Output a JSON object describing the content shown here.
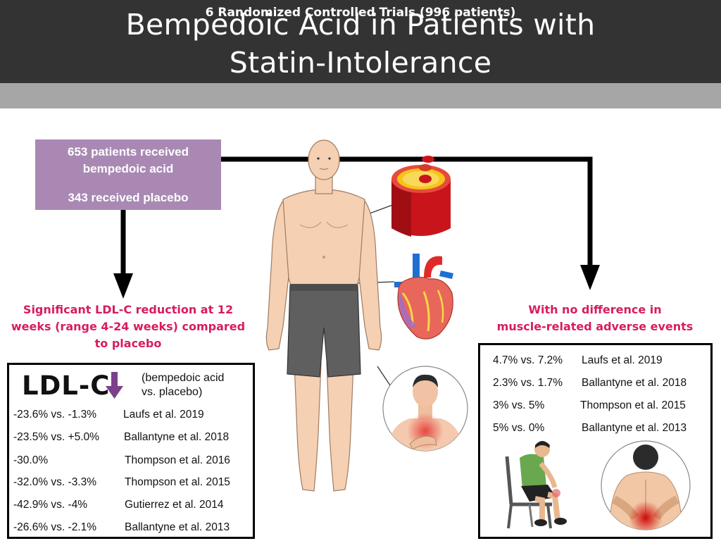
{
  "header": {
    "title_line1": "Bempedoic Acid in Patients with",
    "title_line2": "Statin-Intolerance",
    "subtitle": "6 Randomized Controlled Trials (996 patients)"
  },
  "patients_box": {
    "line1": "653 patients received",
    "line2": "bempedoic acid",
    "line3": "343 received placebo"
  },
  "ldl_result": {
    "heading_line1": "Significant LDL-C reduction at 12",
    "heading_line2": "weeks (range 4-24 weeks) compared",
    "heading_line3": "to placebo",
    "label": "LDL-C",
    "caption_line1": "(bempedoic acid",
    "caption_line2": "vs. placebo)",
    "rows": [
      {
        "value": "-23.6% vs. -1.3%",
        "study": "Laufs et al. 2019"
      },
      {
        "value": "-23.5% vs. +5.0%",
        "study": "Ballantyne et al. 2018"
      },
      {
        "value": "-30.0%",
        "study": "Thompson et al. 2016"
      },
      {
        "value": "-32.0% vs. -3.3%",
        "study": "Thompson et al. 2015"
      },
      {
        "value": "-42.9% vs. -4%",
        "study": "Gutierrez et al. 2014"
      },
      {
        "value": "-26.6% vs. -2.1%",
        "study": "Ballantyne et al. 2013"
      }
    ]
  },
  "adverse_events": {
    "heading_line1": "With no difference in",
    "heading_line2": "muscle-related adverse events",
    "rows": [
      {
        "value": "4.7% vs. 7.2%",
        "study": "Laufs et al. 2019"
      },
      {
        "value": "2.3% vs. 1.7%",
        "study": "Ballantyne et al. 2018"
      },
      {
        "value": "3% vs. 5%",
        "study": "Thompson et al. 2015"
      },
      {
        "value": "5% vs. 0%",
        "study": "Ballantyne et al. 2013"
      }
    ]
  },
  "illustrations": {
    "body": "human-body-figure",
    "artery": "artery-plaque-icon",
    "heart": "heart-icon",
    "chest_pain": "chest-pain-icon",
    "knee_pain": "knee-pain-icon",
    "back_pain": "back-pain-icon"
  },
  "colors": {
    "header": "#333333",
    "subheader": "#a6a6a6",
    "patients_box": "#a989b4",
    "accent_pink": "#d81b60",
    "ldl_arrow": "#7b3f8c"
  }
}
